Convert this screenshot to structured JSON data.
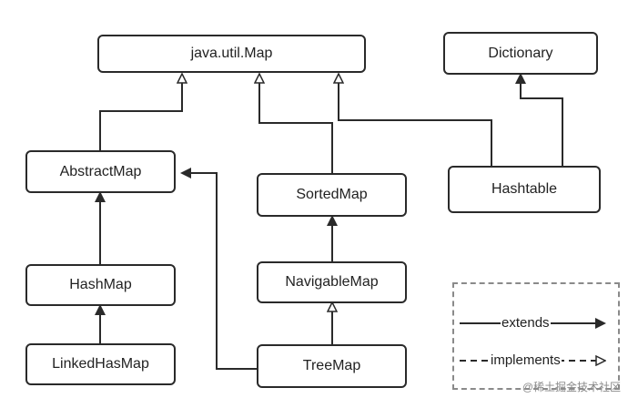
{
  "nodes": {
    "map": "java.util.Map",
    "dictionary": "Dictionary",
    "abstract_map": "AbstractMap",
    "sorted_map": "SortedMap",
    "hashtable": "Hashtable",
    "hash_map": "HashMap",
    "navigable_map": "NavigableMap",
    "linked_hash_map": "LinkedHasMap",
    "tree_map": "TreeMap"
  },
  "legend": {
    "extends": "extends",
    "implements": "implements"
  },
  "watermark": "@稀土掘金技术社区",
  "colors": {
    "line": "#2a2a2a",
    "dashed_border": "#8a8a8a"
  }
}
